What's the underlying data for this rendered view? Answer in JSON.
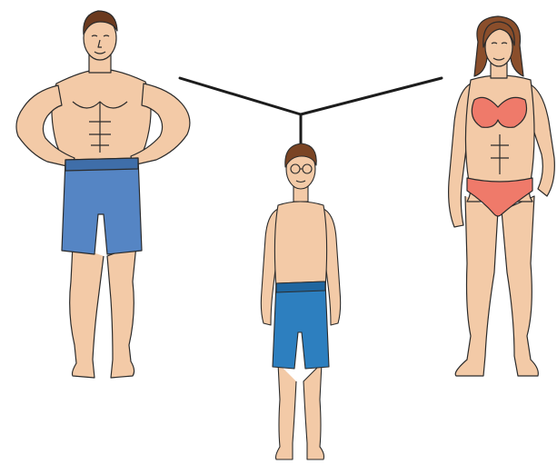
{
  "diagram": {
    "type": "family-tree",
    "parents": [
      "father-figure",
      "mother-figure"
    ],
    "child": "son-figure"
  },
  "colors": {
    "background": "#ffffff",
    "skin": "#f3caa7",
    "skin_shadow": "#e3a982",
    "outline": "#2b2b2b",
    "father_hair": "#6b3a1f",
    "mother_hair": "#8a4e2b",
    "son_hair": "#7a4424",
    "father_shorts": "#5585c4",
    "father_shorts_shadow": "#3f6ea9",
    "son_shorts": "#2d7fbf",
    "son_shorts_shadow": "#1f669f",
    "bikini": "#ef7a6a",
    "bikini_shadow": "#d95d4e",
    "connector": "#1c1c1c"
  }
}
